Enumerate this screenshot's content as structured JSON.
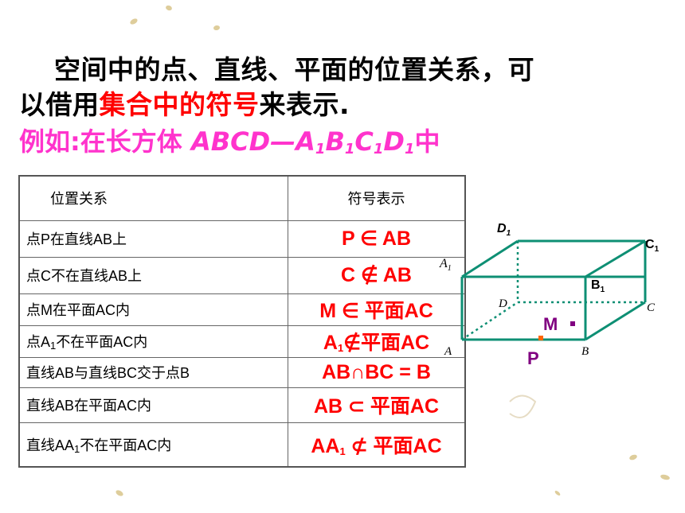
{
  "title": {
    "line1": "空间中的点、直线、平面的位置关系，可",
    "line2_pre": "以借用",
    "line2_red": "集合中的符号",
    "line2_post": "来表示."
  },
  "example": {
    "prefix": "例如:在长方体 ",
    "name": "ABCD—A",
    "sub1": "1",
    "b": "B",
    "sub2": "1",
    "c": "C",
    "sub3": "1",
    "d": "D",
    "sub4": "1",
    "suffix": "中"
  },
  "table": {
    "headers": [
      "位置关系",
      "符号表示"
    ],
    "rows": [
      {
        "pre": "点P在直线AB上",
        "sub": "",
        "post": "",
        "s_pre": "P ∈ AB",
        "s_sub": "",
        "s_post": ""
      },
      {
        "pre": "点C不在直线AB上",
        "sub": "",
        "post": "",
        "s_pre": "C ∉ AB",
        "s_sub": "",
        "s_post": ""
      },
      {
        "pre": "点M在平面AC内",
        "sub": "",
        "post": "",
        "s_pre": "M ∈ 平面AC",
        "s_sub": "",
        "s_post": ""
      },
      {
        "pre": "点A",
        "sub": "1",
        "post": "不在平面AC内",
        "s_pre": "A",
        "s_sub": "1",
        "s_post": "∉平面AC"
      },
      {
        "pre": "直线AB与直线BC交于点B",
        "sub": "",
        "post": "",
        "s_pre": "AB∩BC = B",
        "s_sub": "",
        "s_post": ""
      },
      {
        "pre": "直线AB在平面AC内",
        "sub": "",
        "post": "",
        "s_pre": "AB ⊂ 平面AC",
        "s_sub": "",
        "s_post": ""
      },
      {
        "pre": "直线AA",
        "sub": "1",
        "post": "不在平面AC内",
        "s_pre": "AA",
        "s_sub": "1",
        "s_post": " ⊄ 平面AC"
      }
    ]
  },
  "figure": {
    "labels": {
      "D": "D",
      "one": "1",
      "C": "C",
      "A": "A",
      "B": "B",
      "Dp": "D",
      "Cp": "C",
      "Ap": "A",
      "Bp": "B",
      "M": "M",
      "P": "P"
    },
    "colors": {
      "edge": "#0e8f74",
      "point_label": "#800080",
      "point_p": "#ff6600"
    }
  }
}
